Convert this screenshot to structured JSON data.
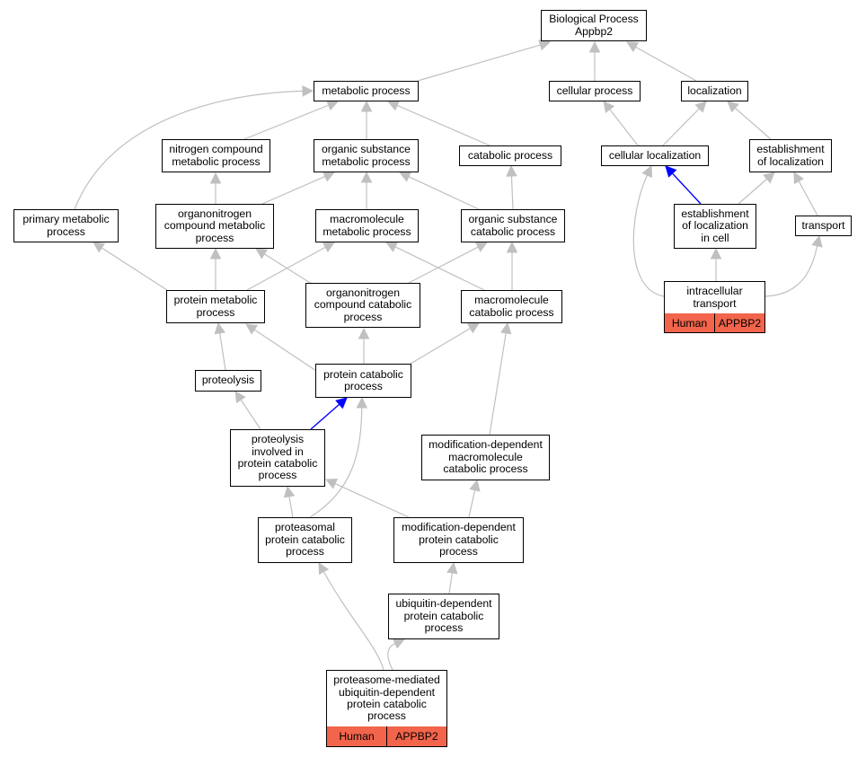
{
  "root": {
    "title": "Biological Process",
    "subtitle": "Appbp2"
  },
  "terms": {
    "metabolic_process": "metabolic process",
    "cellular_process": "cellular process",
    "localization": "localization",
    "nitrogen_compound_metabolic_process": "nitrogen compound\nmetabolic process",
    "organic_substance_metabolic_process": "organic substance\nmetabolic process",
    "catabolic_process": "catabolic process",
    "cellular_localization": "cellular localization",
    "establishment_of_localization": "establishment\nof localization",
    "primary_metabolic_process": "primary metabolic\nprocess",
    "organonitrogen_compound_metabolic_process": "organonitrogen\ncompound metabolic\nprocess",
    "macromolecule_metabolic_process": "macromolecule\nmetabolic process",
    "organic_substance_catabolic_process": "organic substance\ncatabolic process",
    "establishment_of_localization_in_cell": "establishment\nof localization\nin cell",
    "transport": "transport",
    "protein_metabolic_process": "protein metabolic\nprocess",
    "organonitrogen_compound_catabolic_process": "organonitrogen\ncompound catabolic\nprocess",
    "macromolecule_catabolic_process": "macromolecule\ncatabolic process",
    "intracellular_transport": "intracellular\ntransport",
    "proteolysis": "proteolysis",
    "protein_catabolic_process": "protein catabolic\nprocess",
    "proteolysis_involved_in_protein_catabolic_process": "proteolysis\ninvolved in\nprotein catabolic\nprocess",
    "modification_dependent_macromolecule_catabolic_process": "modification-dependent\nmacromolecule\ncatabolic process",
    "proteasomal_protein_catabolic_process": "proteasomal\nprotein catabolic\nprocess",
    "modification_dependent_protein_catabolic_process": "modification-dependent\nprotein catabolic\nprocess",
    "ubiquitin_dependent_protein_catabolic_process": "ubiquitin-dependent\nprotein catabolic\nprocess",
    "proteasome_mediated_ubiquitin_dependent_protein_catabolic_process": "proteasome-mediated\nubiquitin-dependent\nprotein catabolic\nprocess"
  },
  "annotations": {
    "intracellular_transport": {
      "species": "Human",
      "gene": "APPBP2"
    },
    "proteasome_mediated": {
      "species": "Human",
      "gene": "APPBP2"
    }
  },
  "colors": {
    "edge": "#c0c0c0",
    "highlight_edge": "#0000ff",
    "gene_fill": "#f2644b",
    "node_border": "#000000",
    "background": "#ffffff"
  }
}
